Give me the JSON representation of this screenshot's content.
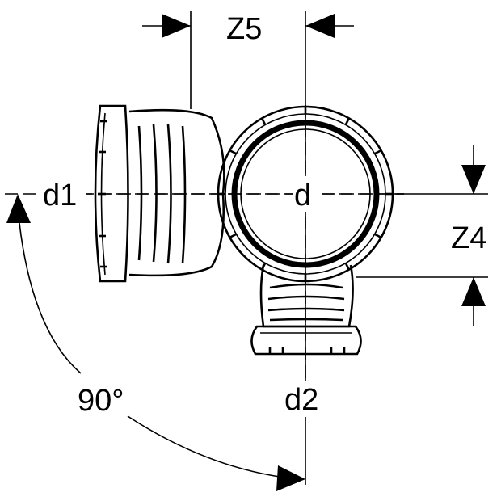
{
  "labels": {
    "z5": "Z5",
    "z4": "Z4",
    "d1": "d1",
    "d": "d",
    "d2": "d2",
    "angle": "90°"
  },
  "colors": {
    "ink": "#000000",
    "background": "#ffffff"
  }
}
